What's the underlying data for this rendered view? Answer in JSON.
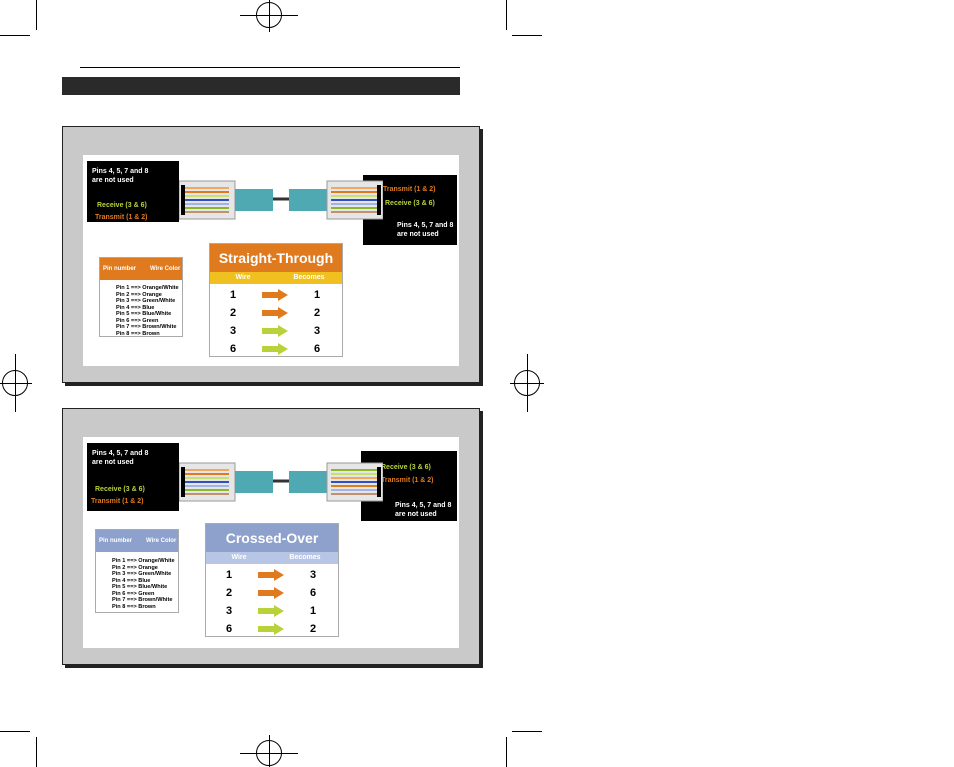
{
  "colors": {
    "orange": "#e07a1e",
    "green": "#b8d23a",
    "straight_header": "#e07a1e",
    "straight_sub": "#f0c020",
    "crossed_header": "#8da1cc",
    "crossed_sub": "#b8c6e6",
    "cable": "#4fa9b3"
  },
  "straight": {
    "note_left": [
      "Pins 4, 5, 7 and 8",
      "are not used"
    ],
    "left_receive": "Receive (3 & 6)",
    "left_transmit": "Transmit (1 & 2)",
    "right_transmit": "Transmit (1 & 2)",
    "right_receive": "Receive (3 & 6)",
    "note_right": [
      "Pins 4, 5, 7 and 8",
      "are not used"
    ],
    "pin_table": {
      "col_pin": "Pin number",
      "col_color": "Wire Color",
      "rows": [
        "Pin 1 ==> Orange/White",
        "Pin 2 ==> Orange",
        "Pin 3 ==> Green/White",
        "Pin 4 ==> Blue",
        "Pin 5 ==> Blue/White",
        "Pin 6 ==> Green",
        "Pin 7 ==> Brown/White",
        "Pin 8 ==> Brown"
      ]
    },
    "map": {
      "title": "Straight-Through",
      "col_wire": "Wire",
      "col_becomes": "Becomes",
      "rows": [
        {
          "wire": "1",
          "becomes": "1",
          "arrow": "orange"
        },
        {
          "wire": "2",
          "becomes": "2",
          "arrow": "orange"
        },
        {
          "wire": "3",
          "becomes": "3",
          "arrow": "green"
        },
        {
          "wire": "6",
          "becomes": "6",
          "arrow": "green"
        }
      ]
    }
  },
  "crossed": {
    "note_left": [
      "Pins 4, 5, 7 and 8",
      "are not used"
    ],
    "left_receive": "Receive (3 & 6)",
    "left_transmit": "Transmit (1 & 2)",
    "right_receive": "Receive (3 & 6)",
    "right_transmit": "Transmit (1 & 2)",
    "note_right": [
      "Pins 4, 5, 7 and 8",
      "are not used"
    ],
    "pin_table": {
      "col_pin": "Pin number",
      "col_color": "Wire Color",
      "rows": [
        "Pin 1 ==> Orange/White",
        "Pin 2 ==> Orange",
        "Pin 3 ==> Green/White",
        "Pin 4 ==> Blue",
        "Pin 5 ==> Blue/White",
        "Pin 6 ==> Green",
        "Pin 7 ==> Brown/White",
        "Pin 8 ==> Brown"
      ]
    },
    "map": {
      "title": "Crossed-Over",
      "col_wire": "Wire",
      "col_becomes": "Becomes",
      "rows": [
        {
          "wire": "1",
          "becomes": "3",
          "arrow": "orange"
        },
        {
          "wire": "2",
          "becomes": "6",
          "arrow": "orange"
        },
        {
          "wire": "3",
          "becomes": "1",
          "arrow": "green"
        },
        {
          "wire": "6",
          "becomes": "2",
          "arrow": "green"
        }
      ]
    }
  }
}
